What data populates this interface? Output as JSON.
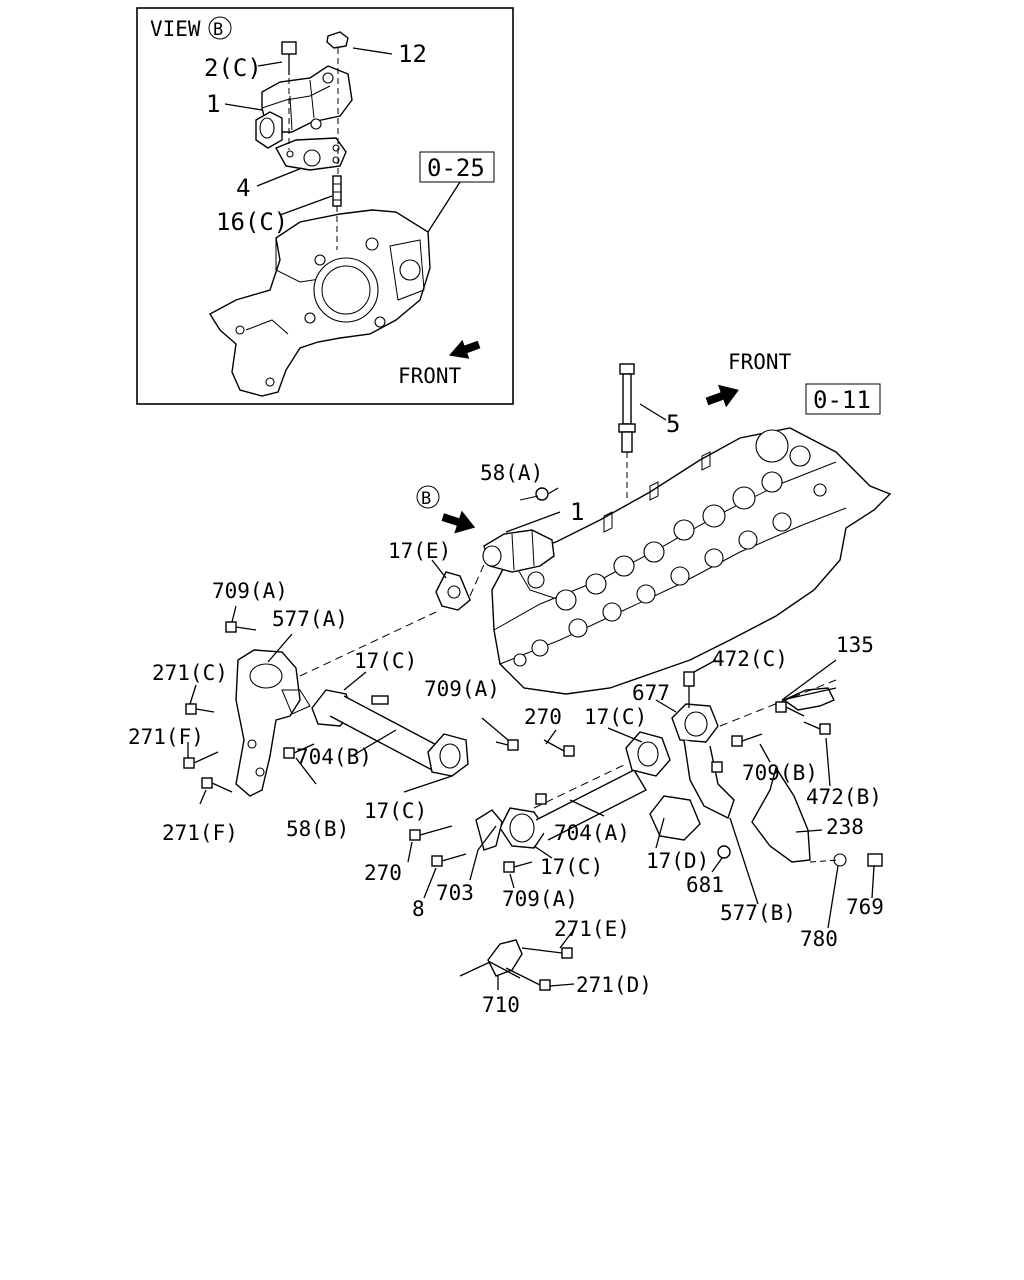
{
  "view_label": "VIEW",
  "view_circle": "B",
  "b_marker": "B",
  "front_labels": [
    "FRONT",
    "FRONT"
  ],
  "ref_boxes": [
    "0-25",
    "0-11"
  ],
  "inset_callouts": [
    "2(C)",
    "12",
    "1",
    "4",
    "16(C)"
  ],
  "main_callouts": [
    "5",
    "58(A)",
    "1",
    "17(E)",
    "709(A)",
    "577(A)",
    "271(C)",
    "271(F)",
    "271(F)",
    "58(B)",
    "17(C)",
    "709(A)",
    "704(B)",
    "17(C)",
    "270",
    "17(C)",
    "677",
    "472(C)",
    "135",
    "709(B)",
    "472(B)",
    "704(A)",
    "17(C)",
    "270",
    "8",
    "703",
    "709(A)",
    "271(E)",
    "271(D)",
    "710",
    "17(D)",
    "681",
    "577(B)",
    "238",
    "780",
    "769"
  ]
}
